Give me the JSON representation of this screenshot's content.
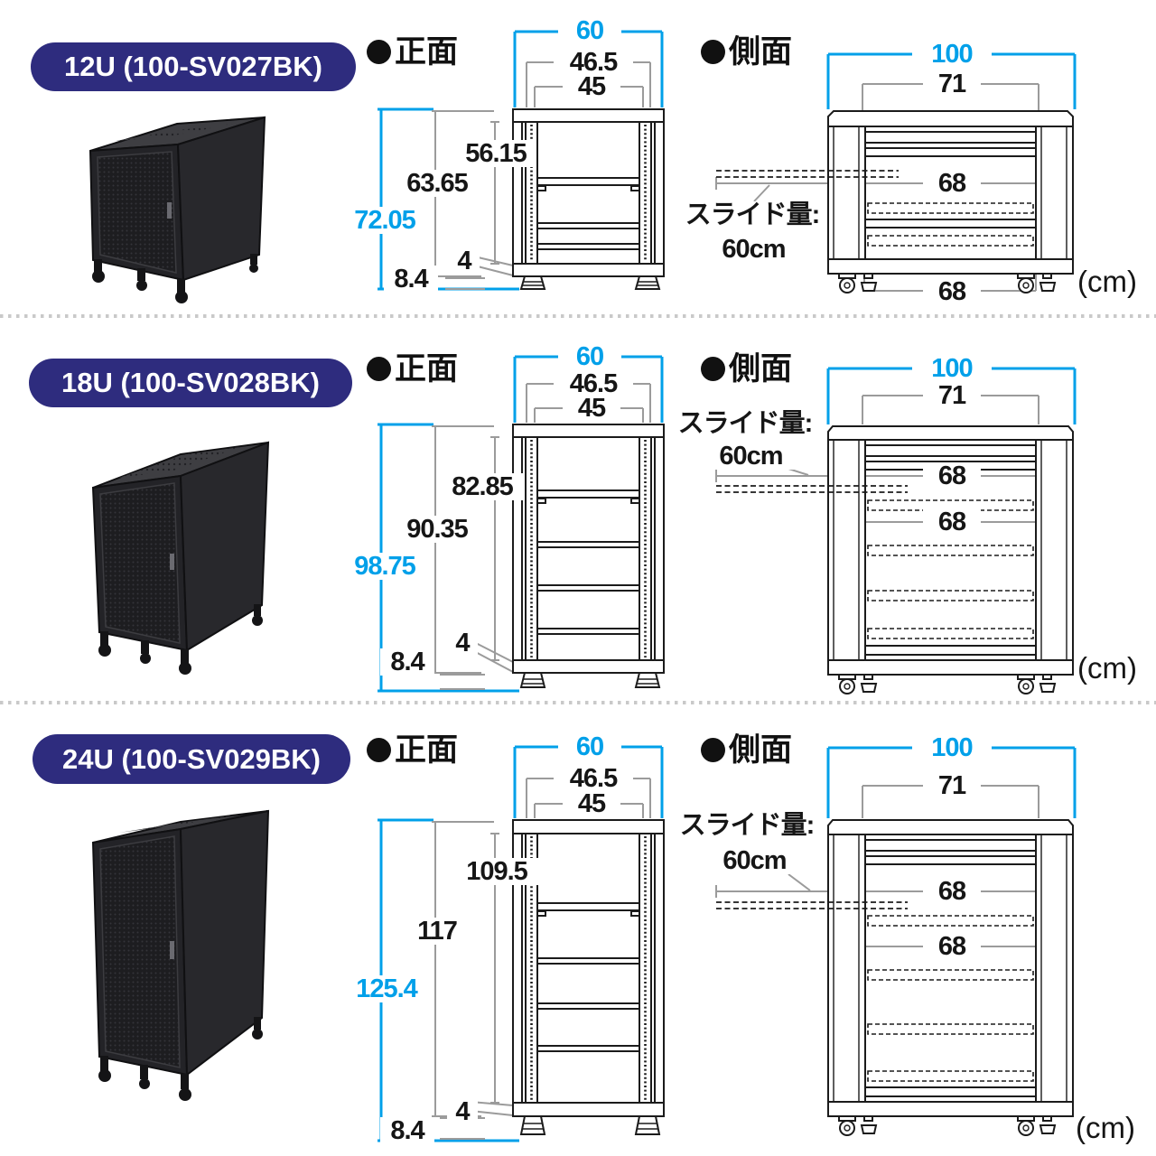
{
  "rows": [
    {
      "model": "12U (100-SV027BK)",
      "front": {
        "heading": "正面",
        "w_outer": "60",
        "w_mid": "46.5",
        "w_inner": "45",
        "h_total": "72.05",
        "h_body": "63.65",
        "h_inner": "56.15",
        "h_feet": "8.4",
        "h_base": "4"
      },
      "side": {
        "heading": "側面",
        "d_outer": "100",
        "d_top": "71",
        "d_rail_a": "68",
        "d_rail_b": "68",
        "slide_label": "スライド量:",
        "slide_value": "60cm",
        "unit": "(cm)"
      }
    },
    {
      "model": "18U (100-SV028BK)",
      "front": {
        "heading": "正面",
        "w_outer": "60",
        "w_mid": "46.5",
        "w_inner": "45",
        "h_total": "98.75",
        "h_body": "90.35",
        "h_inner": "82.85",
        "h_feet": "8.4",
        "h_base": "4"
      },
      "side": {
        "heading": "側面",
        "d_outer": "100",
        "d_top": "71",
        "d_rail_a": "68",
        "d_rail_b": "68",
        "slide_label": "スライド量:",
        "slide_value": "60cm",
        "unit": "(cm)"
      }
    },
    {
      "model": "24U (100-SV029BK)",
      "front": {
        "heading": "正面",
        "w_outer": "60",
        "w_mid": "46.5",
        "w_inner": "45",
        "h_total": "125.4",
        "h_body": "117",
        "h_inner": "109.5",
        "h_feet": "8.4",
        "h_base": "4"
      },
      "side": {
        "heading": "側面",
        "d_outer": "100",
        "d_top": "71",
        "d_rail_a": "68",
        "d_rail_b": "68",
        "slide_label": "スライド量:",
        "slide_value": "60cm",
        "unit": "(cm)"
      }
    }
  ],
  "colors": {
    "accent": "#00a0e9",
    "badge": "#2e2c7e"
  }
}
